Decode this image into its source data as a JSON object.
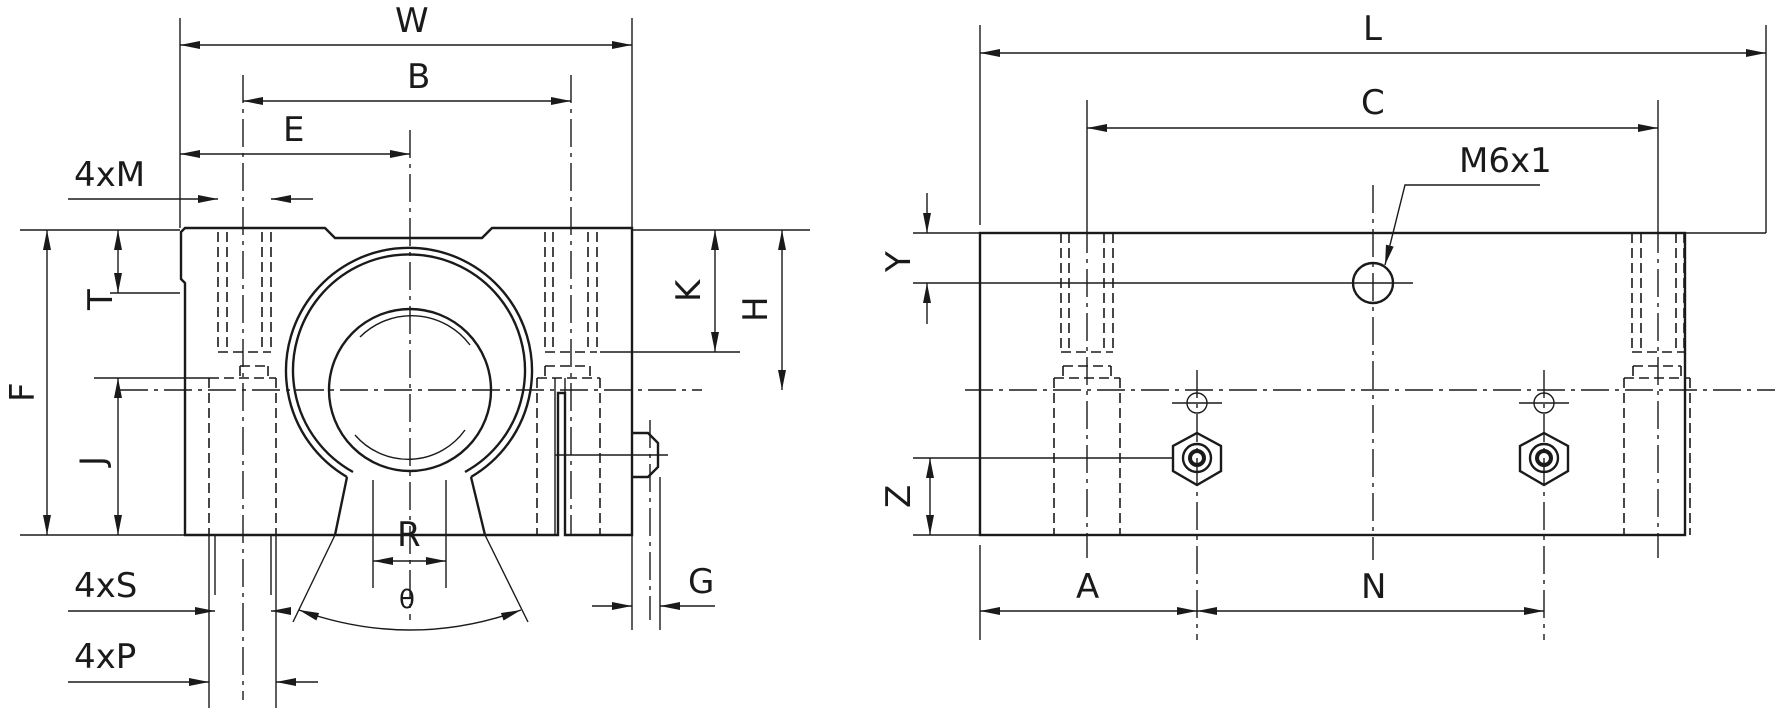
{
  "drawing": {
    "front_view": {
      "labels": {
        "W": "W",
        "B": "B",
        "E": "E",
        "M": "4xM",
        "T": "T",
        "K": "K",
        "H": "H",
        "F": "F",
        "J": "J",
        "R": "R",
        "theta": "θ",
        "S": "4xS",
        "P": "4xP",
        "G": "G"
      }
    },
    "side_view": {
      "labels": {
        "L": "L",
        "C": "C",
        "thread": "M6x1",
        "Y": "Y",
        "Z": "Z",
        "A": "A",
        "N": "N"
      }
    }
  }
}
